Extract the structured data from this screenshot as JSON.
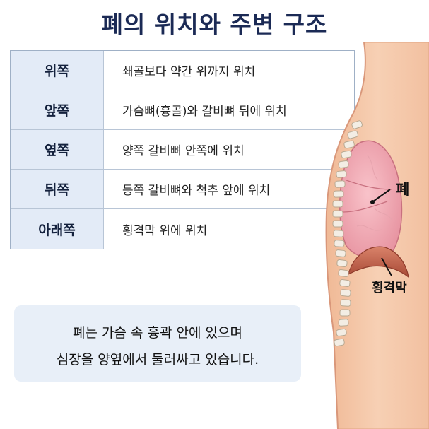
{
  "title": "폐의 위치와 주변 구조",
  "table": {
    "rows": [
      {
        "label": "위쪽",
        "value": "쇄골보다 약간 위까지 위치"
      },
      {
        "label": "앞쪽",
        "value": "가슴뼈(흉골)와 갈비뼈 뒤에 위치"
      },
      {
        "label": "옆쪽",
        "value": "양쪽 갈비뼈 안쪽에 위치"
      },
      {
        "label": "뒤쪽",
        "value": "등쪽 갈비뼈와 척추 앞에 위치"
      },
      {
        "label": "아래쪽",
        "value": "횡격막 위에 위치"
      }
    ]
  },
  "figure": {
    "lung_label": "폐",
    "diaphragm_label": "횡격막"
  },
  "note": {
    "line1": "폐는 가슴 속 흉곽 안에 있으며",
    "line2": "심장을 양옆에서 둘러싸고 있습니다."
  },
  "colors": {
    "title": "#1b2a55",
    "label_bg": "#e3ebf7",
    "note_bg": "#e8eff8",
    "skin": "#f4c6a6",
    "lung": "#f2a7b2",
    "diaphragm": "#c96a52"
  }
}
